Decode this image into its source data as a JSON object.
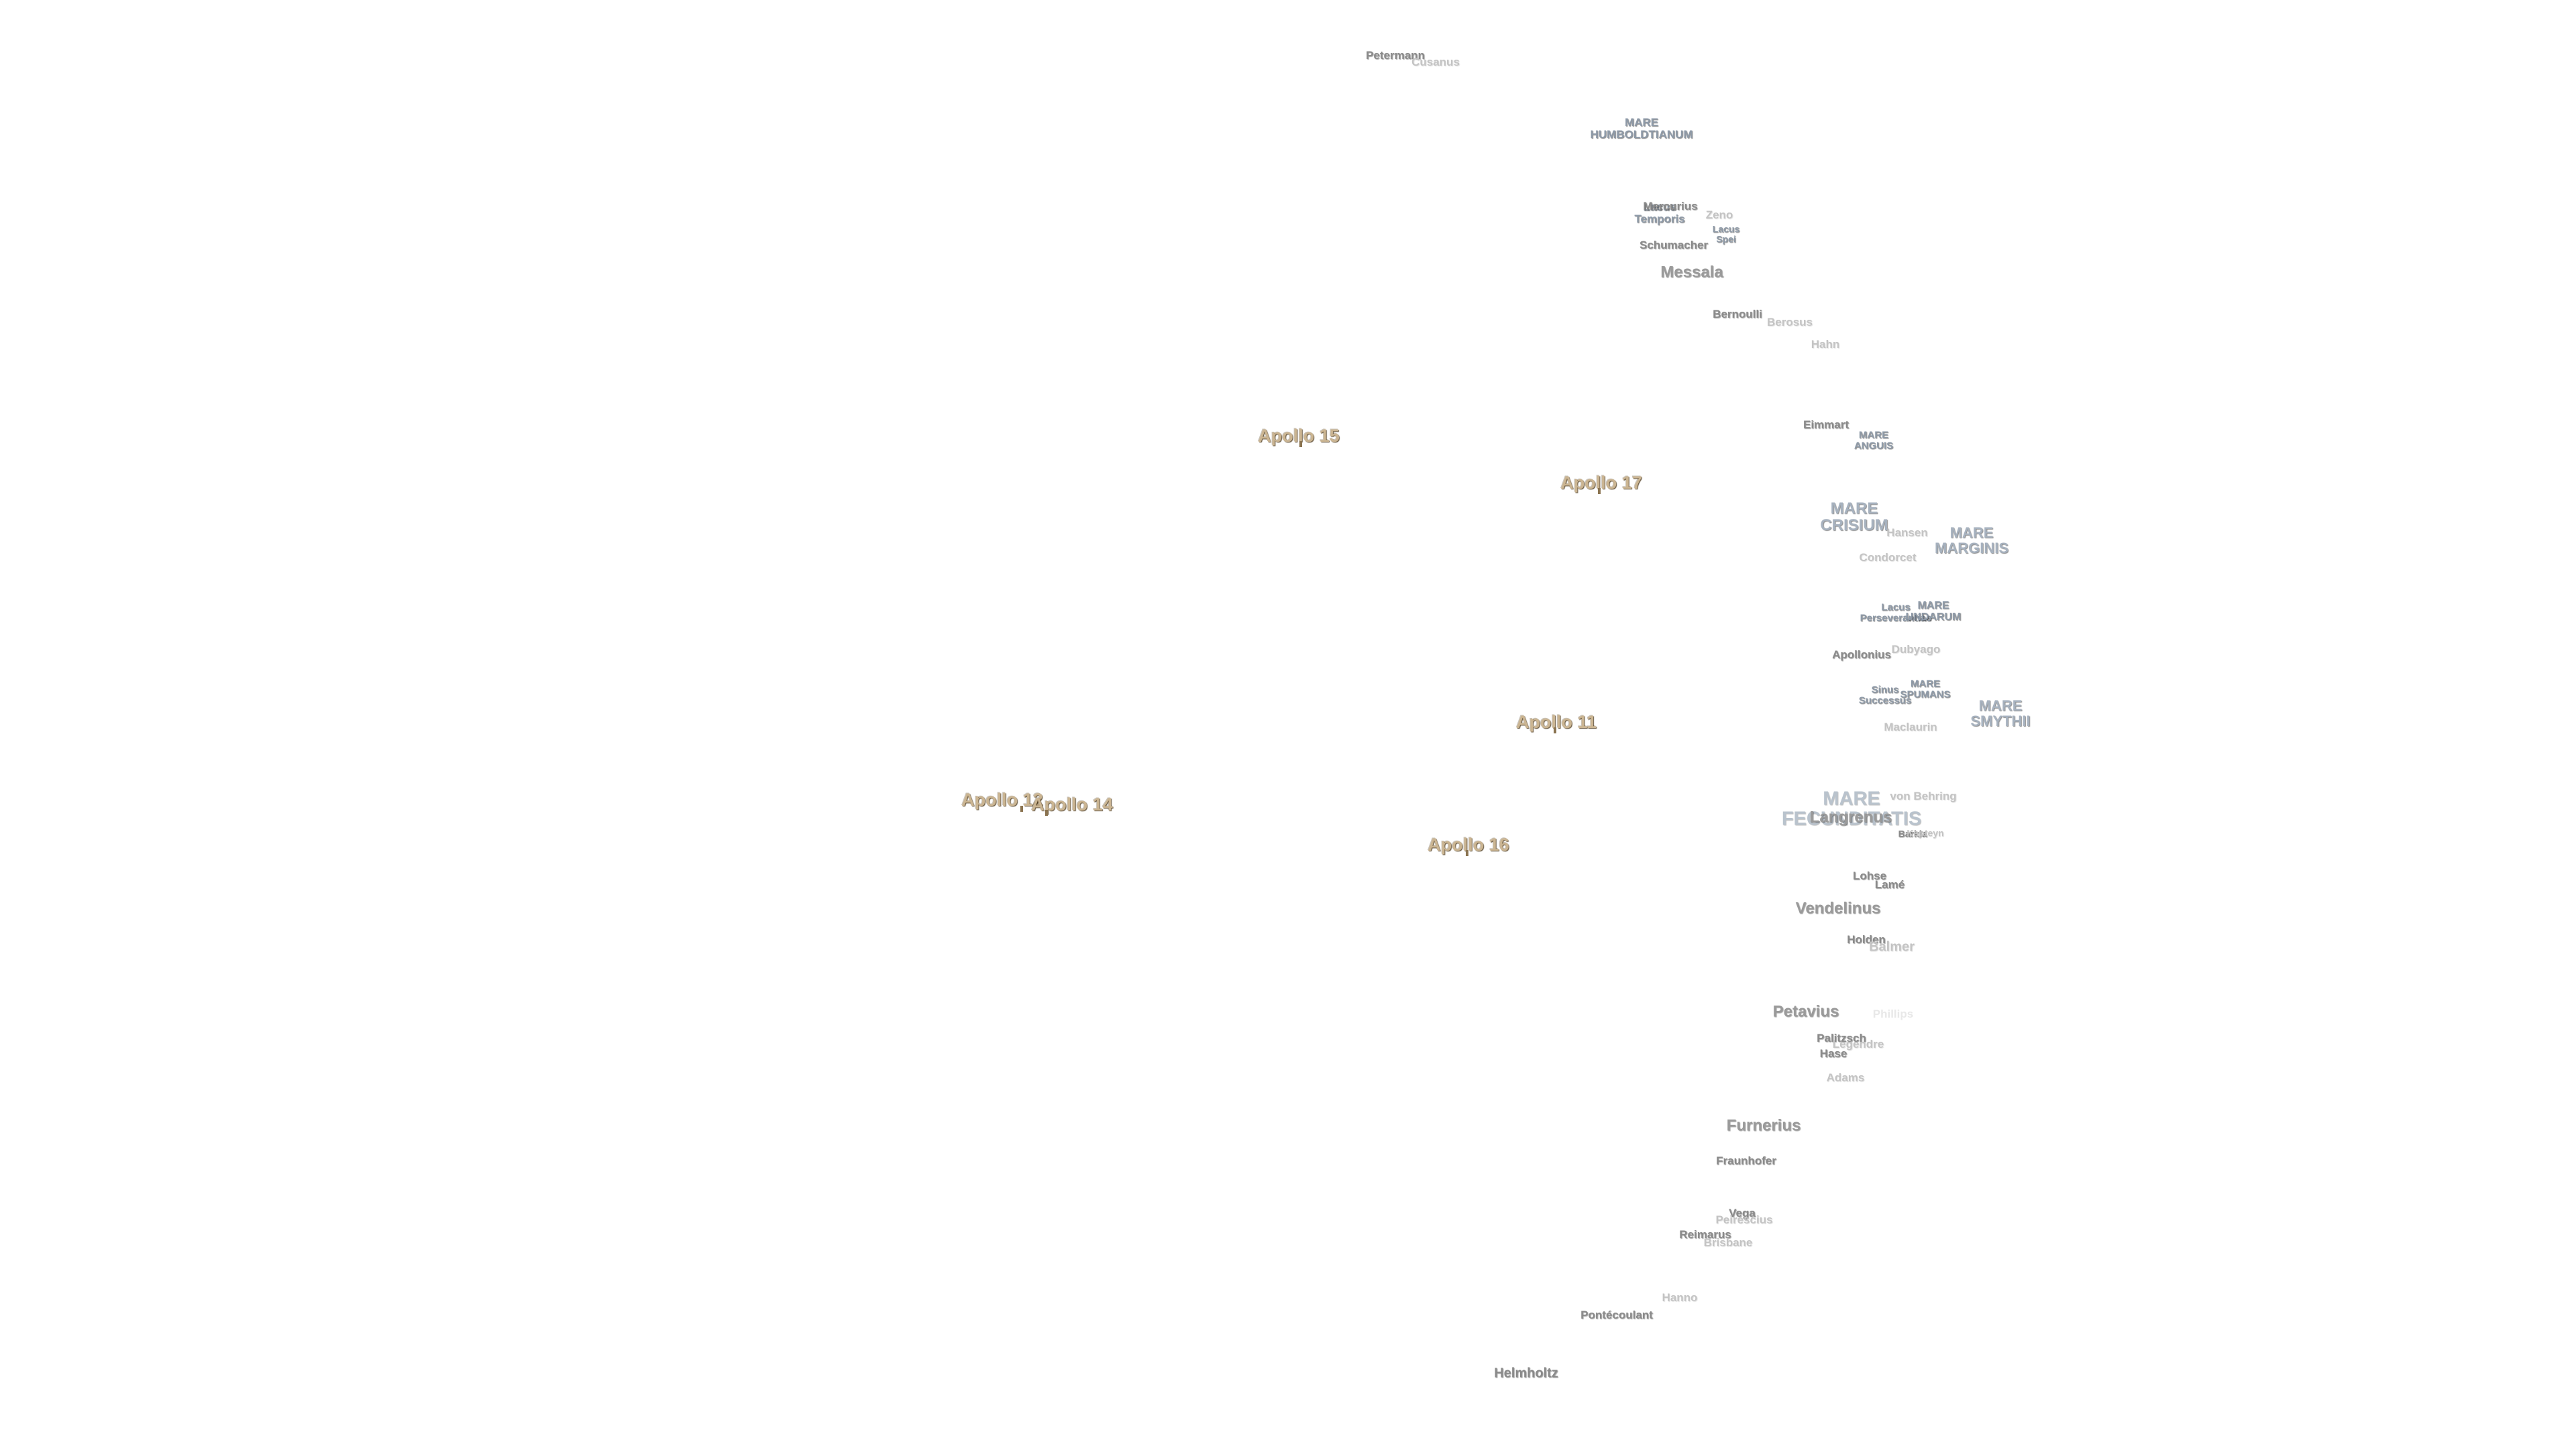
{
  "apollo_sites": [
    {
      "id": "a15",
      "label": "Apollo 15"
    },
    {
      "id": "a17",
      "label": "Apollo 17"
    },
    {
      "id": "a11",
      "label": "Apollo 11"
    },
    {
      "id": "a12",
      "label": "Apollo 12"
    },
    {
      "id": "a14",
      "label": "Apollo 14"
    },
    {
      "id": "a16",
      "label": "Apollo 16"
    }
  ],
  "maria": [
    {
      "id": "humboldtianum",
      "line1": "MARE",
      "line2": "HUMBOLDTIANUM"
    },
    {
      "id": "anguis",
      "line1": "MARE",
      "line2": "ANGUIS"
    },
    {
      "id": "crisium",
      "line1": "MARE",
      "line2": "CRISIUM"
    },
    {
      "id": "marginis",
      "line1": "MARE",
      "line2": "MARGINIS"
    },
    {
      "id": "undarum",
      "line1": "MARE",
      "line2": "UNDARUM"
    },
    {
      "id": "spumans",
      "line1": "MARE",
      "line2": "SPUMANS"
    },
    {
      "id": "smythii",
      "line1": "MARE",
      "line2": "SMYTHII"
    },
    {
      "id": "fecunditatis",
      "line1": "MARE",
      "line2": "FECUNDITATIS"
    },
    {
      "id": "lacus-temporis",
      "line1": "Lacus",
      "line2": "Temporis"
    },
    {
      "id": "lacus-spei",
      "line1": "Lacus",
      "line2": "Spei"
    },
    {
      "id": "lacus-perseverantiae",
      "line1": "Lacus",
      "line2": "Perseverantiae"
    },
    {
      "id": "sinus-successus",
      "line1": "Sinus",
      "line2": "Successus"
    }
  ],
  "craters": [
    {
      "id": "petermann",
      "label": "Petermann"
    },
    {
      "id": "cusanus",
      "label": "Cusanus"
    },
    {
      "id": "mercurius",
      "label": "Mercurius"
    },
    {
      "id": "zeno",
      "label": "Zeno"
    },
    {
      "id": "schumacher",
      "label": "Schumacher"
    },
    {
      "id": "messala",
      "label": "Messala"
    },
    {
      "id": "bernoulli",
      "label": "Bernoulli"
    },
    {
      "id": "berosus",
      "label": "Berosus"
    },
    {
      "id": "hahn",
      "label": "Hahn"
    },
    {
      "id": "eimmart",
      "label": "Eimmart"
    },
    {
      "id": "hansen",
      "label": "Hansen"
    },
    {
      "id": "condorcet",
      "label": "Condorcet"
    },
    {
      "id": "dubyago",
      "label": "Dubyago"
    },
    {
      "id": "apollonius",
      "label": "Apollonius"
    },
    {
      "id": "maclaurin",
      "label": "Maclaurin"
    },
    {
      "id": "von-behring",
      "label": "von Behring"
    },
    {
      "id": "langrenus",
      "label": "Langrenus"
    },
    {
      "id": "barkla",
      "label": "Barkla"
    },
    {
      "id": "kapteyn",
      "label": "Kapteyn"
    },
    {
      "id": "lohse",
      "label": "Lohse"
    },
    {
      "id": "lame",
      "label": "Lamé"
    },
    {
      "id": "vendelinus",
      "label": "Vendelinus"
    },
    {
      "id": "holden",
      "label": "Holden"
    },
    {
      "id": "balmer",
      "label": "Balmer"
    },
    {
      "id": "petavius",
      "label": "Petavius"
    },
    {
      "id": "phillips",
      "label": "Phillips"
    },
    {
      "id": "palitzsch",
      "label": "Palitzsch"
    },
    {
      "id": "legendre",
      "label": "Legendre"
    },
    {
      "id": "hase",
      "label": "Hase"
    },
    {
      "id": "adams",
      "label": "Adams"
    },
    {
      "id": "furnerius",
      "label": "Furnerius"
    },
    {
      "id": "fraunhofer",
      "label": "Fraunhofer"
    },
    {
      "id": "vega",
      "label": "Vega"
    },
    {
      "id": "peirescius",
      "label": "Peirescius"
    },
    {
      "id": "reimarus",
      "label": "Reimarus"
    },
    {
      "id": "brisbane",
      "label": "Brisbane"
    },
    {
      "id": "hanno",
      "label": "Hanno"
    },
    {
      "id": "pontecoulant",
      "label": "Pontécoulant"
    },
    {
      "id": "helmholtz",
      "label": "Helmholtz"
    }
  ]
}
